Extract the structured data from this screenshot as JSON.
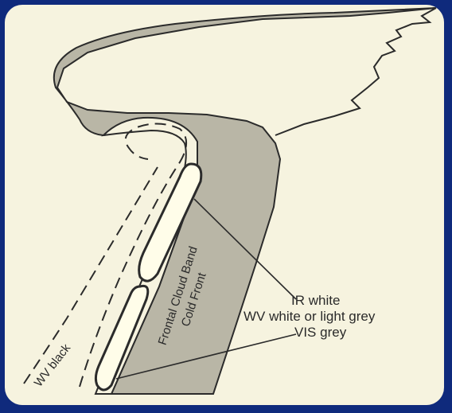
{
  "labels": {
    "wv_black": "WV black",
    "frontal_line1": "Frontal Cloud Band",
    "frontal_line2": "Cold Front",
    "ir_white": "IR white",
    "wv_white": "WV white or light grey",
    "vis_grey": "VIS grey"
  },
  "colors": {
    "border": "#0f2a7c",
    "background": "#f6f3df",
    "cloud_fill": "#b9b6a6",
    "lens_fill": "#fffde9",
    "stroke": "#2b2b2b"
  }
}
